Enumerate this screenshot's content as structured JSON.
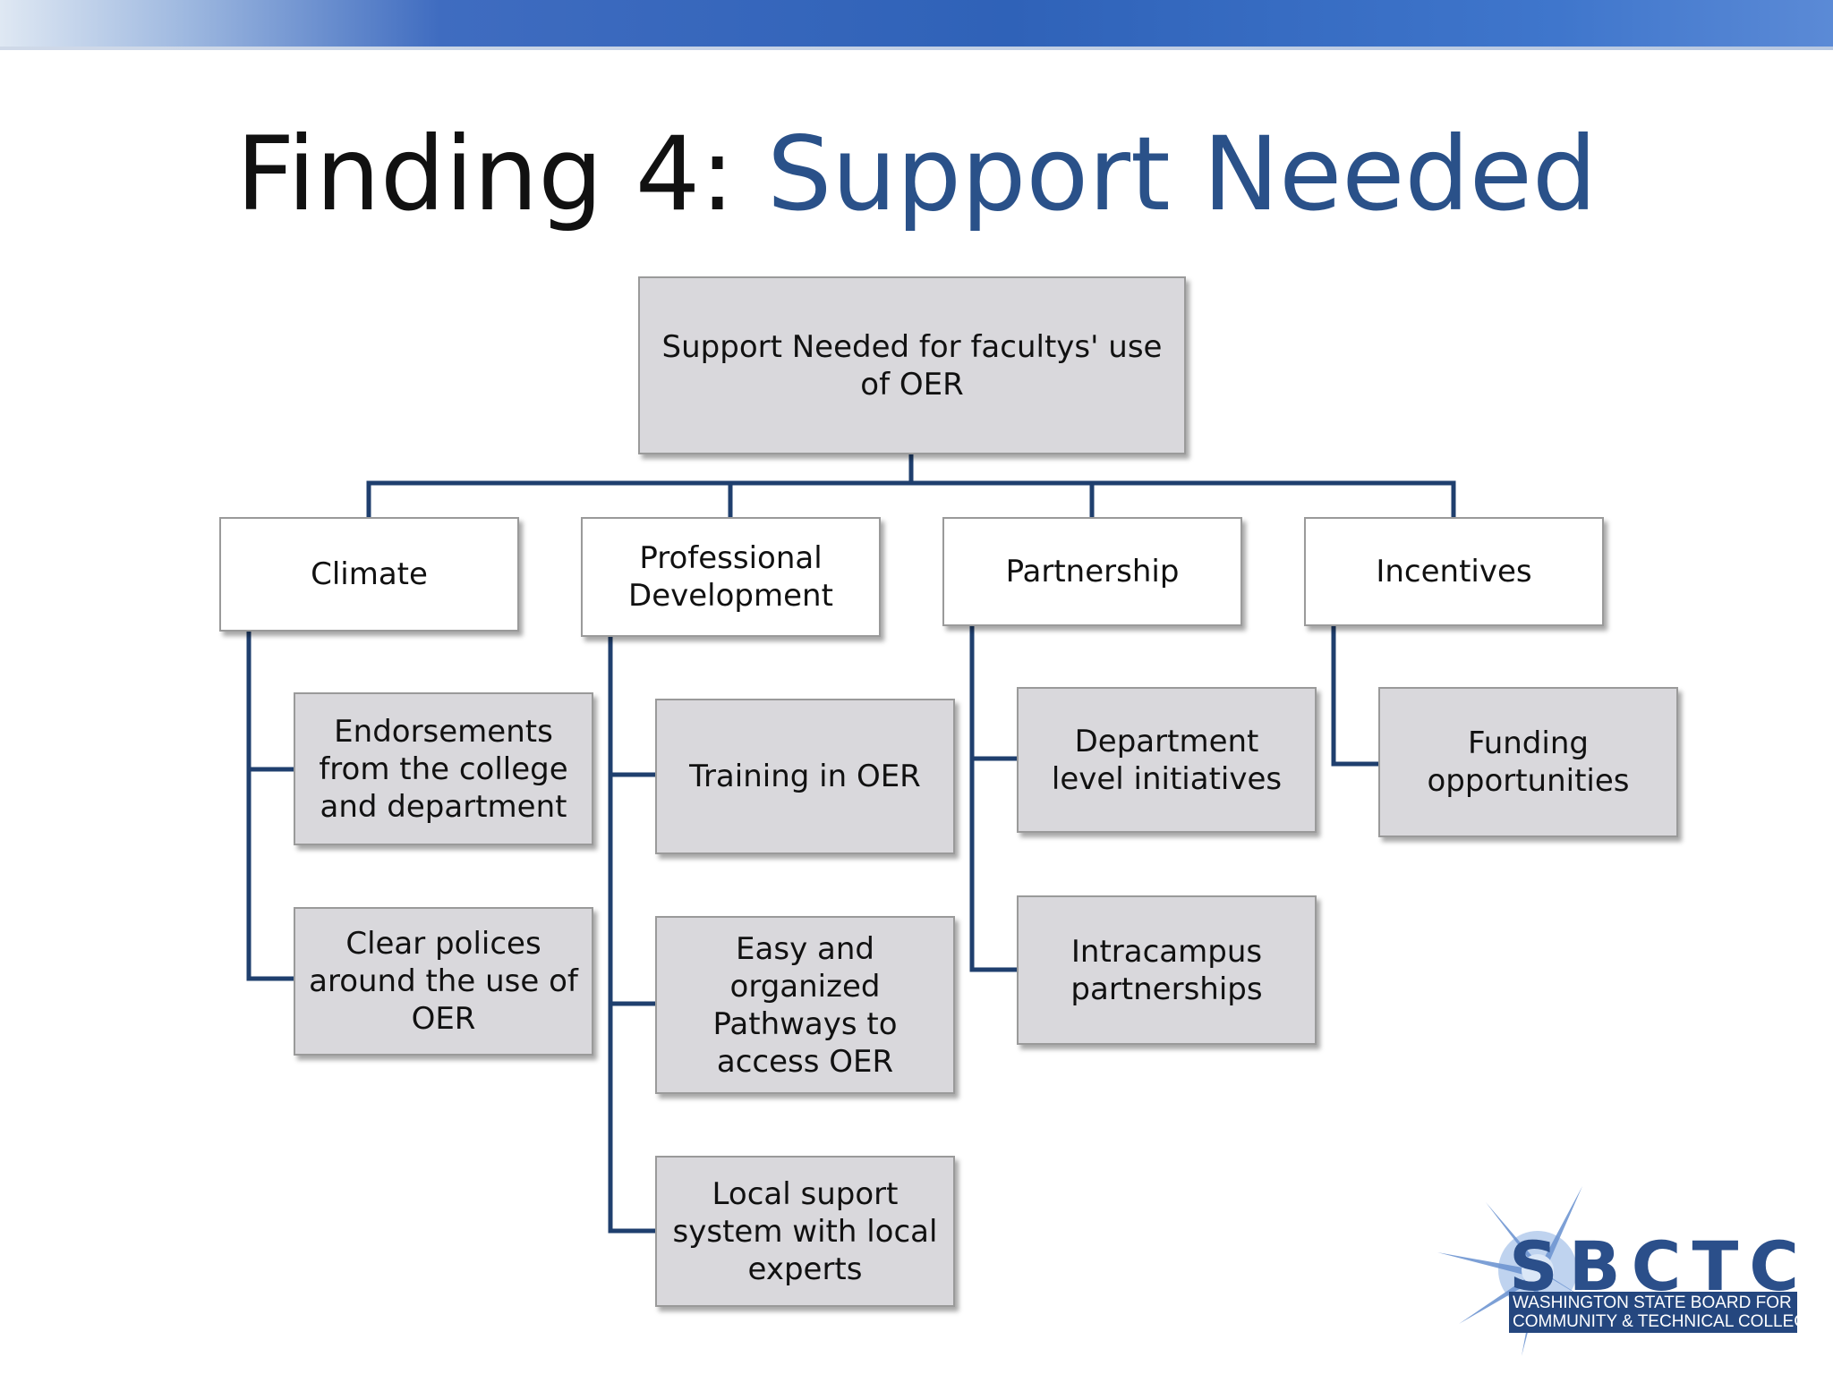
{
  "slide": {
    "title_prefix": "Finding 4: ",
    "title_accent": "Support Needed",
    "accent_color": "#2a5189",
    "line_color": "#1f3f6e"
  },
  "diagram": {
    "root": "Support Needed for facultys' use of OER",
    "categories": [
      {
        "label": "Climate",
        "items": [
          "Endorsements from the college and department",
          "Clear polices around the use of OER"
        ]
      },
      {
        "label": "Professional Development",
        "items": [
          "Training in OER",
          "Easy and organized Pathways to access OER",
          "Local suport system with local experts"
        ]
      },
      {
        "label": "Partnership",
        "items": [
          "Department level initiatives",
          "Intracampus partnerships"
        ]
      },
      {
        "label": "Incentives",
        "items": [
          "Funding opportunities"
        ]
      }
    ]
  },
  "logo": {
    "letters": "SBCTC",
    "line1": "WASHINGTON STATE BOARD FOR",
    "line2": "COMMUNITY & TECHNICAL COLLEGES",
    "color": "#2b4f8a"
  }
}
